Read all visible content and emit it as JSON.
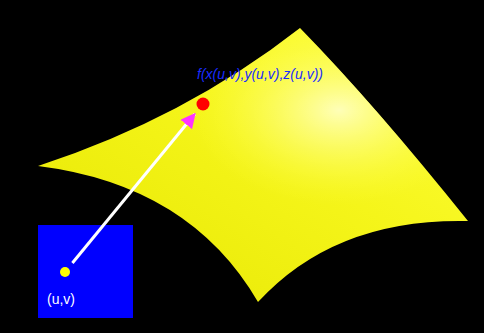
{
  "diagram": {
    "nodes": [
      {
        "text": [
          "(u,v)"
        ]
      },
      {
        "text": [
          "f(x(u,v),y(u,v),z(u,v))"
        ]
      }
    ],
    "edges": [
      {
        "from": 0,
        "to": 1,
        "arrow": "to"
      }
    ]
  }
}
